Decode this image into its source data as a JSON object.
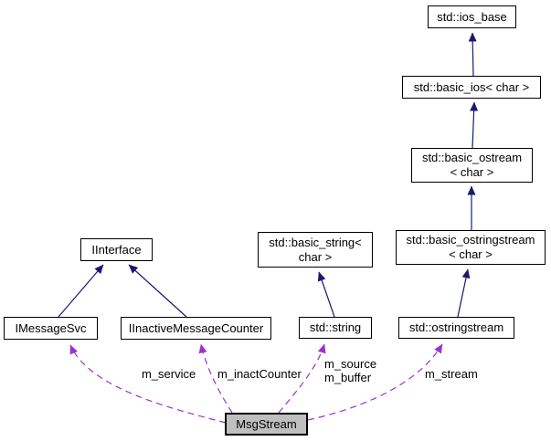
{
  "nodes": {
    "ios_base": {
      "label": "std::ios_base"
    },
    "basic_ios": {
      "label": "std::basic_ios< char >"
    },
    "basic_ostream": {
      "label": "std::basic_ostream\n< char >"
    },
    "basic_ostringstream": {
      "label": "std::basic_ostringstream\n< char >"
    },
    "basic_string": {
      "label": "std::basic_string<\nchar >"
    },
    "iinterface": {
      "label": "IInterface"
    },
    "imessagesvc": {
      "label": "IMessageSvc"
    },
    "iinactivemessagecounter": {
      "label": "IInactiveMessageCounter"
    },
    "string": {
      "label": "std::string"
    },
    "ostringstream": {
      "label": "std::ostringstream"
    },
    "msgstream": {
      "label": "MsgStream"
    }
  },
  "edge_labels": {
    "m_service": "m_service",
    "m_inactcounter": "m_inactCounter",
    "m_source_m_buffer": "m_source\nm_buffer",
    "m_stream": "m_stream"
  },
  "colors": {
    "inheritance_edge": "#191970",
    "usage_edge": "#9a32cd",
    "node_border": "#000000",
    "node_fill": "#ffffff",
    "current_node_fill": "#bfbfbf",
    "text": "#000000"
  }
}
